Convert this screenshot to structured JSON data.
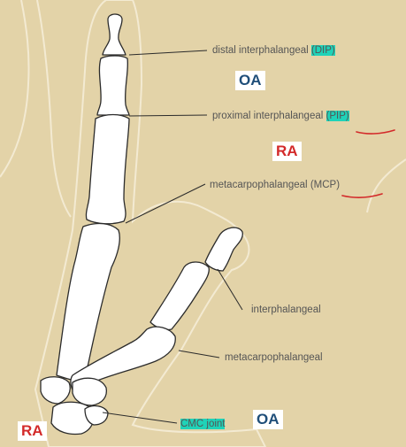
{
  "labels": {
    "dip_prefix": "distal interphalangeal",
    "dip_abbr": "(DIP)",
    "pip_prefix": "proximal interphalangeal",
    "pip_abbr": "(PIP)",
    "mcp_prefix": "metacarpophalangeal",
    "mcp_abbr": "(MCP)",
    "thumb_ip": "interphalangeal",
    "thumb_mcp": "metacarpophalangeal",
    "cmc": "CMC joint"
  },
  "tags": {
    "oa_top": "OA",
    "ra_mid": "RA",
    "ra_bottom": "RA",
    "oa_bottom": "OA"
  },
  "colors": {
    "background": "#e3d3a8",
    "skin_outline": "#f3ead2",
    "bone_fill": "#ffffff",
    "bone_stroke": "#2b2b2b",
    "highlight": "#1fd3b8",
    "oa_text": "#1f4e79",
    "ra_text": "#d32a2a",
    "red_underline": "#d32a2a"
  }
}
